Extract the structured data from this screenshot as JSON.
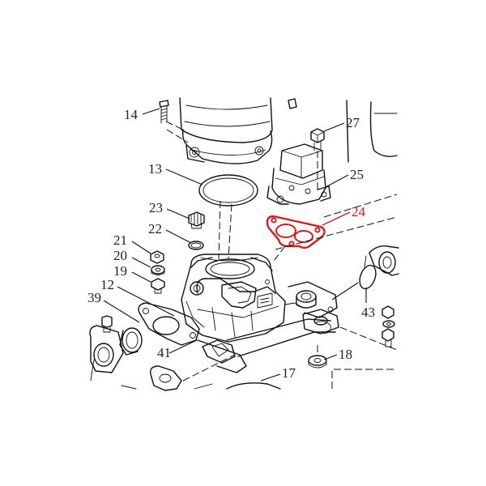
{
  "colors": {
    "line": "#111111",
    "label": "#222222",
    "highlight": "#c61d1d",
    "background": "#ffffff"
  },
  "callouts": [
    {
      "id": "c14",
      "number": "14",
      "highlight": false
    },
    {
      "id": "c27",
      "number": "27",
      "highlight": false
    },
    {
      "id": "c13",
      "number": "13",
      "highlight": false
    },
    {
      "id": "c25",
      "number": "25",
      "highlight": false
    },
    {
      "id": "c23",
      "number": "23",
      "highlight": false
    },
    {
      "id": "c24",
      "number": "24",
      "highlight": true
    },
    {
      "id": "c22",
      "number": "22",
      "highlight": false
    },
    {
      "id": "c21",
      "number": "21",
      "highlight": false
    },
    {
      "id": "c20",
      "number": "20",
      "highlight": false
    },
    {
      "id": "c19",
      "number": "19",
      "highlight": false
    },
    {
      "id": "c12",
      "number": "12",
      "highlight": false
    },
    {
      "id": "c39",
      "number": "39",
      "highlight": false
    },
    {
      "id": "c43",
      "number": "43",
      "highlight": false
    },
    {
      "id": "c41",
      "number": "41",
      "highlight": false
    },
    {
      "id": "c18",
      "number": "18",
      "highlight": false
    },
    {
      "id": "c17",
      "number": "17",
      "highlight": false
    }
  ]
}
